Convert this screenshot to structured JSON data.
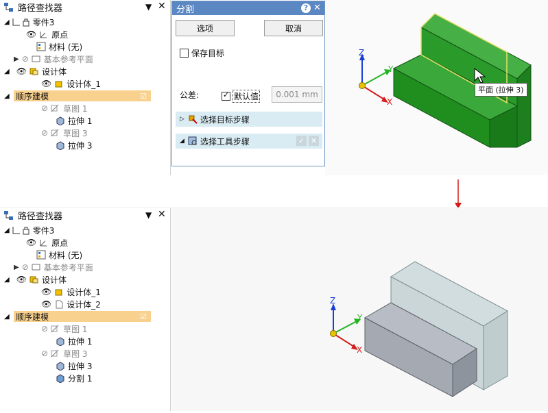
{
  "top": {
    "finder_title": "路径查找器",
    "tree": [
      {
        "label": "零件3",
        "gray": false
      },
      {
        "label": "原点",
        "gray": false
      },
      {
        "label": "材料 (无)",
        "gray": false
      },
      {
        "label": "基本参考平面",
        "gray": true
      },
      {
        "label": "设计体",
        "gray": false
      },
      {
        "label": "设计体_1",
        "gray": false
      },
      {
        "label": "顺序建模",
        "gray": false
      },
      {
        "label": "草图 1",
        "gray": true
      },
      {
        "label": "拉伸 1",
        "gray": false
      },
      {
        "label": "草图 3",
        "gray": true
      },
      {
        "label": "拉伸 3",
        "gray": false
      }
    ]
  },
  "dialog": {
    "title": "分割",
    "help_glyph": "?",
    "close_glyph": "✕",
    "options_label": "选项",
    "cancel_label": "取消",
    "keep_target_label": "保存目标",
    "tolerance_label": "公差:",
    "default_label": "默认值",
    "tolerance_value": "0.001 mm",
    "step1_label": "选择目标步骤",
    "step2_label": "选择工具步骤"
  },
  "tooltip": "平面 (拉伸 3)",
  "bottom": {
    "finder_title": "路径查找器",
    "tree": [
      {
        "label": "零件3",
        "gray": false
      },
      {
        "label": "原点",
        "gray": false
      },
      {
        "label": "材料 (无)",
        "gray": false
      },
      {
        "label": "基本参考平面",
        "gray": true
      },
      {
        "label": "设计体",
        "gray": false
      },
      {
        "label": "设计体_1",
        "gray": false
      },
      {
        "label": "设计体_2",
        "gray": false
      },
      {
        "label": "顺序建模",
        "gray": false
      },
      {
        "label": "草图 1",
        "gray": true
      },
      {
        "label": "拉伸 1",
        "gray": false
      },
      {
        "label": "草图 3",
        "gray": true
      },
      {
        "label": "拉伸 3",
        "gray": false
      },
      {
        "label": "分割 1",
        "gray": false
      }
    ]
  },
  "axes": {
    "x": "X",
    "y": "Y",
    "z": "Z"
  },
  "colors": {
    "accent": "#5b87c2",
    "highlight": "#f9d18e",
    "green_solid": "#1e9a1e",
    "gray_solid": "#aab0b8"
  }
}
